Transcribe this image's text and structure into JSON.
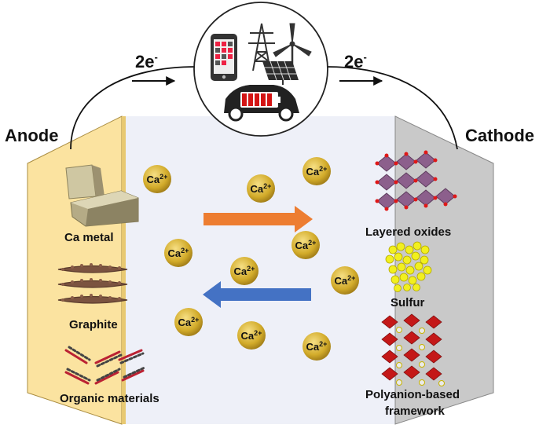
{
  "labels": {
    "anode": "Anode",
    "cathode": "Cathode",
    "electron_left": "2e",
    "electron_right": "2e",
    "electron_sup": "-"
  },
  "anode_materials": [
    "Ca metal",
    "Graphite",
    "Organic materials"
  ],
  "cathode_materials": [
    "Layered oxides",
    "Sulfur",
    "Polyanion-based",
    "framework"
  ],
  "ion": {
    "base": "Ca",
    "charge": "2+"
  },
  "colors": {
    "anode": "#fbe3a0",
    "cathode": "#c8c8c8",
    "electrolyte": "#eef0f8",
    "forward_arrow": "#ed7d31",
    "reverse_arrow": "#4472c4",
    "ion": "#c9a52a"
  },
  "icons": [
    "smartphone-icon",
    "power-tower-icon",
    "solar-panel-icon",
    "wind-turbine-icon",
    "electric-car-icon"
  ]
}
